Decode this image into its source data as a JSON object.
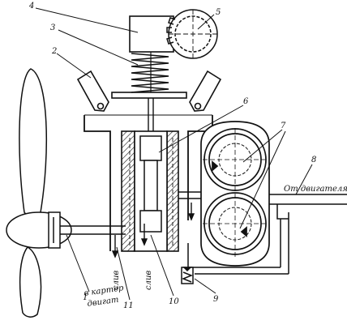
{
  "callouts": [
    "1",
    "2",
    "3",
    "4",
    "5",
    "6",
    "7",
    "8",
    "9",
    "10",
    "11"
  ],
  "labels": {
    "from_engine": "От двигателя",
    "drain_left": "слив",
    "drain_right": "слив",
    "to_crankcase_1": "в картер",
    "to_crankcase_2": "двигат"
  },
  "colors": {
    "ink": "#111111",
    "paper": "#ffffff"
  }
}
